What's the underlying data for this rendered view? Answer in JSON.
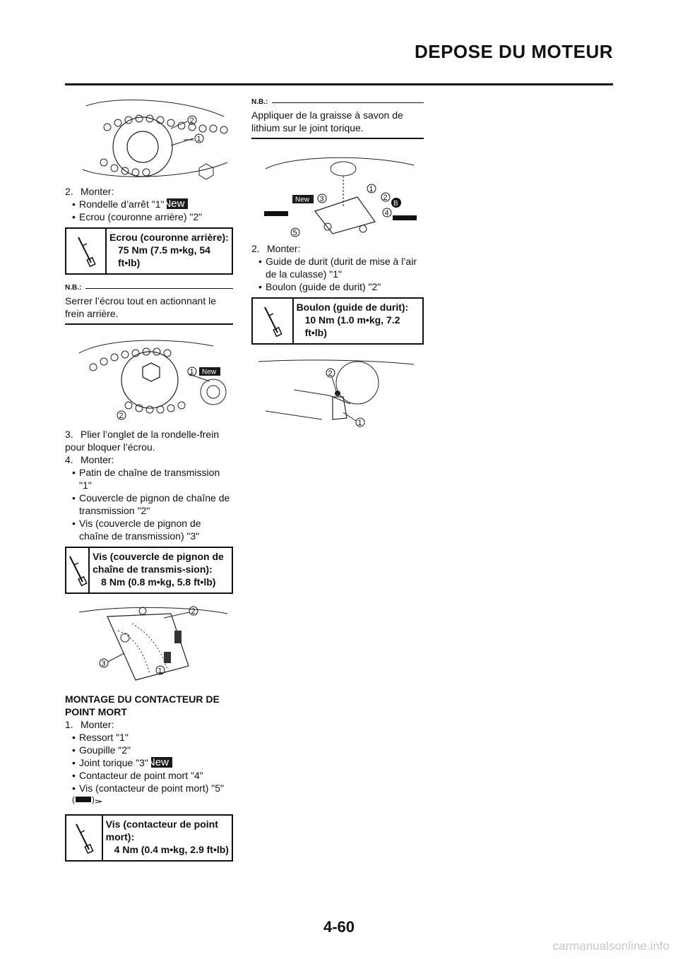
{
  "header": {
    "title": "DEPOSE DU MOTEUR"
  },
  "left": {
    "step2": {
      "num": "2.",
      "label": "Monter:",
      "items": [
        "Rondelle d’arrêt \"1\"",
        "Ecrou (couronne arrière) \"2\""
      ]
    },
    "spec1": {
      "title": "Ecrou (couronne arrière):",
      "value": "75 Nm (7.5 m•kg, 54 ft•lb)"
    },
    "note1": {
      "label": "N.B.:",
      "text": "Serrer l’écrou tout en actionnant le frein arrière."
    },
    "step3": {
      "num": "3.",
      "text": "Plier l’onglet de la rondelle-frein pour bloquer l’écrou."
    },
    "step4": {
      "num": "4.",
      "label": "Monter:",
      "items": [
        "Patin de chaîne de transmission \"1\"",
        "Couvercle de pignon de chaîne de transmission \"2\"",
        "Vis (couvercle de pignon de chaîne de transmission) \"3\""
      ]
    },
    "spec2": {
      "title": "Vis (couvercle de pignon de chaîne de transmis-sion):",
      "value": "8 Nm (0.8 m•kg, 5.8 ft•lb)"
    },
    "section": {
      "title": "MONTAGE DU CONTACTEUR DE POINT MORT"
    },
    "step1": {
      "num": "1.",
      "label": "Monter:",
      "items": [
        "Ressort \"1\"",
        "Goupille \"2\"",
        "Joint torique \"3\"",
        "Contacteur de point mort \"4\"",
        "Vis (contacteur de point mort) \"5\""
      ]
    },
    "spec3": {
      "title": "Vis (contacteur de point mort):",
      "value": "4 Nm (0.4 m•kg, 2.9 ft•lb)"
    }
  },
  "right": {
    "note": {
      "label": "N.B.:",
      "text": "Appliquer de la graisse à savon de lithium sur le joint torique."
    },
    "step2": {
      "num": "2.",
      "label": "Monter:",
      "items": [
        "Guide de durit (durit de mise à l’air de la culasse) \"1\"",
        "Boulon (guide de durit) \"2\""
      ]
    },
    "spec": {
      "title": "Boulon (guide de durit):",
      "value": "10 Nm (1.0 m•kg, 7.2 ft•lb)"
    }
  },
  "badge": {
    "new": "New"
  },
  "callouts": {
    "c1": "1",
    "c2": "2",
    "c3": "3",
    "c4": "4",
    "c5": "5",
    "cB": "B"
  },
  "footer": {
    "page_number": "4-60",
    "watermark": "carmanualsonline.info"
  }
}
